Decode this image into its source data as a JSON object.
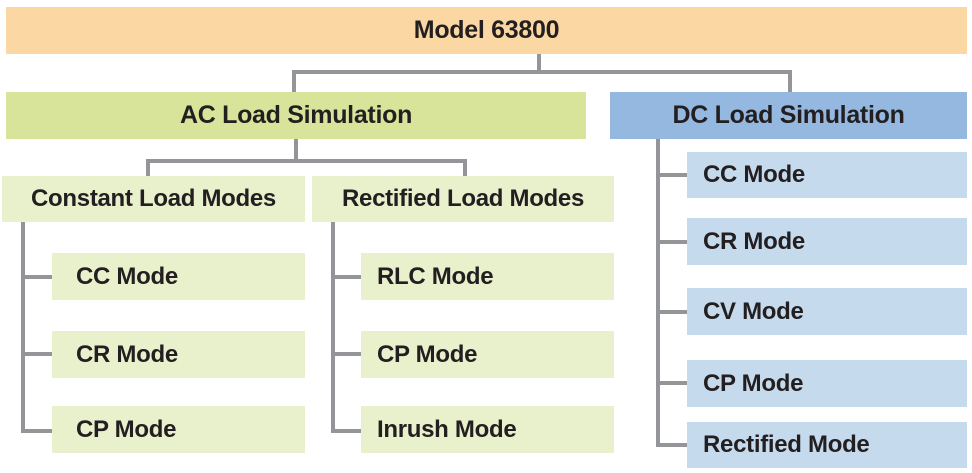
{
  "colors": {
    "root": "#fbd8a3",
    "ac": "#d7e49a",
    "ac_sub": "#e8f0cc",
    "dc": "#95b8e1",
    "dc_sub": "#c6daee",
    "connector": "#939598"
  },
  "root": {
    "label": "Model 63800"
  },
  "ac": {
    "label": "AC Load Simulation",
    "groups": [
      {
        "label": "Constant Load Modes",
        "items": [
          "CC Mode",
          "CR Mode",
          "CP Mode"
        ]
      },
      {
        "label": "Rectified Load Modes",
        "items": [
          "RLC Mode",
          "CP Mode",
          "Inrush Mode"
        ]
      }
    ]
  },
  "dc": {
    "label": "DC Load Simulation",
    "items": [
      "CC Mode",
      "CR Mode",
      "CV Mode",
      "CP Mode",
      "Rectified Mode"
    ]
  }
}
